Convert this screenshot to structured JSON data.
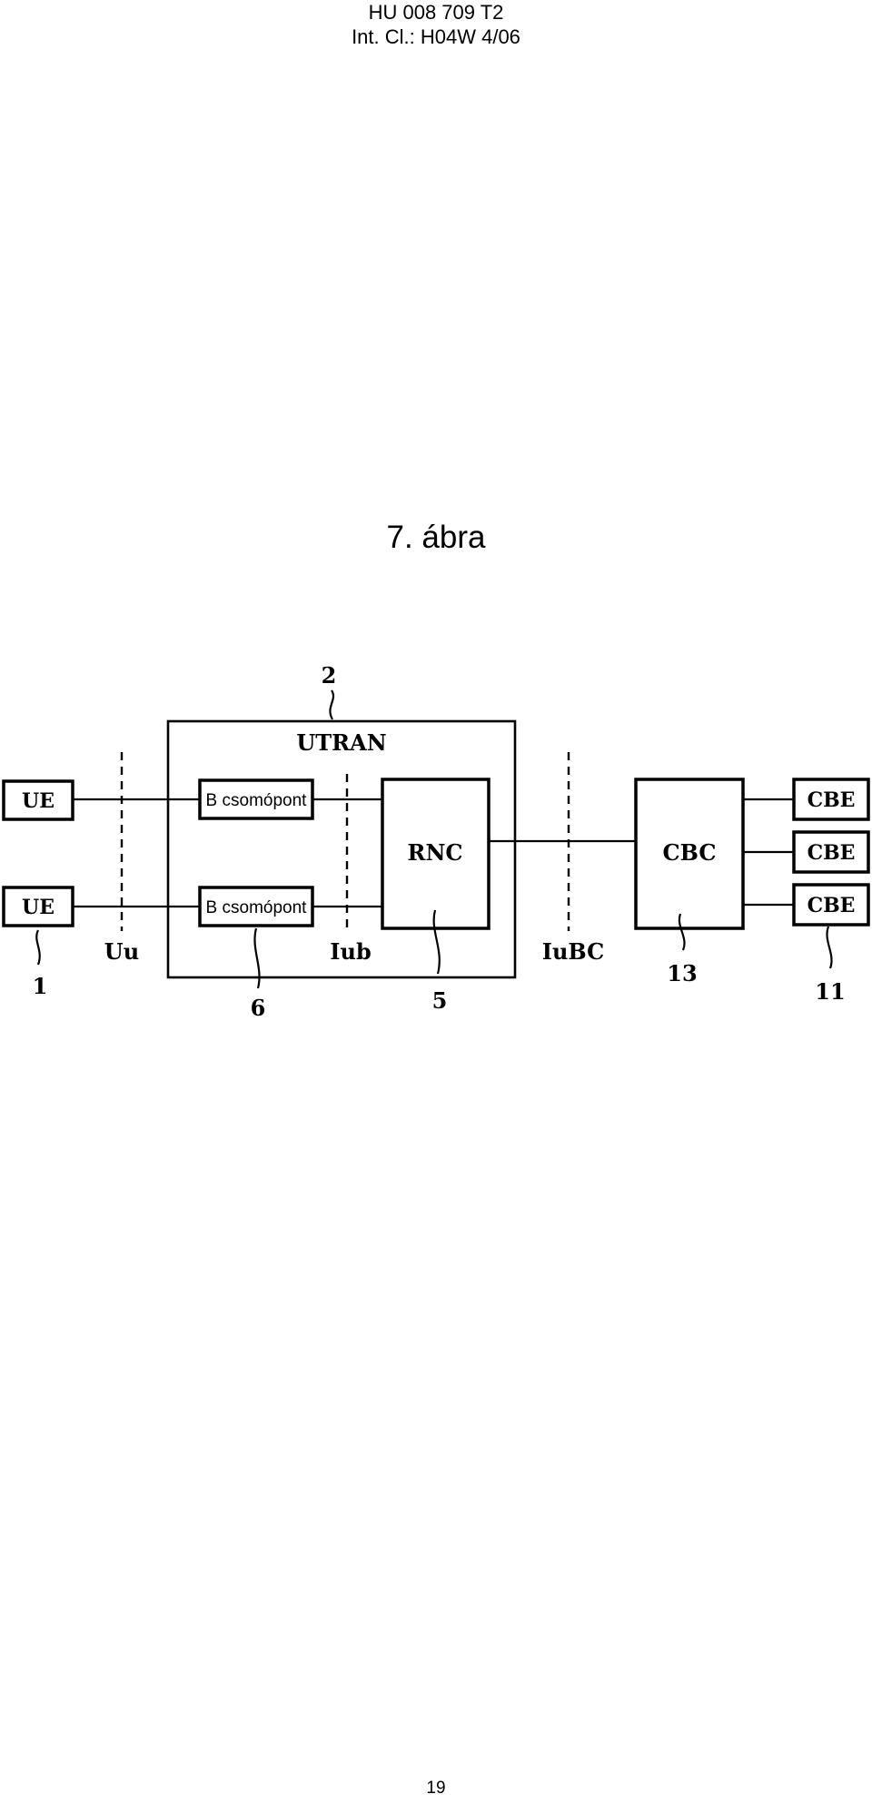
{
  "header": {
    "line1": "HU 008 709 T2",
    "line2": "Int. Cl.: H04W 4/06"
  },
  "figure": {
    "title": "7. ábra"
  },
  "diagram": {
    "utran_label": "UTRAN",
    "ue_top": "UE",
    "ue_bottom": "UE",
    "node_b_top": "B csomópont",
    "node_b_bottom": "B csomópont",
    "rnc": "RNC",
    "cbc": "CBC",
    "cbe_1": "CBE",
    "cbe_2": "CBE",
    "cbe_3": "CBE",
    "iface_uu": "Uu",
    "iface_iub": "Iub",
    "iface_iubc": "IuBC",
    "ref_utran": "2",
    "ref_ue": "1",
    "ref_node_b": "6",
    "ref_rnc": "5",
    "ref_cbc": "13",
    "ref_cbe": "11"
  },
  "page": {
    "number": "19"
  }
}
